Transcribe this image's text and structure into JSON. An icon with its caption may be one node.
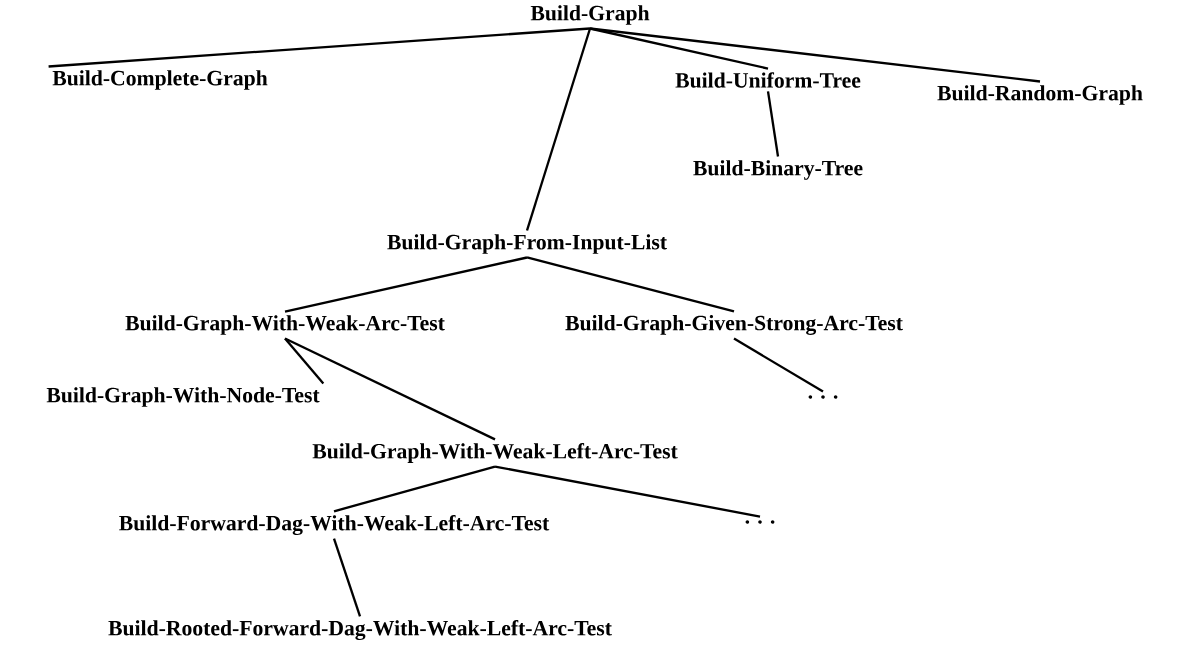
{
  "diagram": {
    "nodes": [
      {
        "text": [
          "Build-Graph"
        ]
      },
      {
        "text": [
          "Build-Complete-Graph"
        ]
      },
      {
        "text": [
          "Build-Uniform-Tree"
        ]
      },
      {
        "text": [
          "Build-Random-Graph"
        ]
      },
      {
        "text": [
          "Build-Binary-Tree"
        ]
      },
      {
        "text": [
          "Build-Graph-From-Input-List"
        ]
      },
      {
        "text": [
          "Build-Graph-With-Weak-Arc-Test"
        ]
      },
      {
        "text": [
          "Build-Graph-Given-Strong-Arc-Test"
        ]
      },
      {
        "text": [
          ". . ."
        ]
      },
      {
        "text": [
          "Build-Graph-With-Node-Test"
        ]
      },
      {
        "text": [
          "Build-Graph-With-Weak-Left-Arc-Test"
        ]
      },
      {
        "text": [
          "Build-Forward-Dag-With-Weak-Left-Arc-Test"
        ]
      },
      {
        "text": [
          ". . ."
        ]
      },
      {
        "text": [
          "Build-Rooted-Forward-Dag-With-Weak-Left-Arc-Test"
        ]
      }
    ],
    "edges": [
      {
        "from": 0,
        "to": 1,
        "arrow": "none"
      },
      {
        "from": 0,
        "to": 2,
        "arrow": "none"
      },
      {
        "from": 0,
        "to": 3,
        "arrow": "none"
      },
      {
        "from": 0,
        "to": 5,
        "arrow": "none"
      },
      {
        "from": 2,
        "to": 4,
        "arrow": "none"
      },
      {
        "from": 5,
        "to": 6,
        "arrow": "none"
      },
      {
        "from": 5,
        "to": 7,
        "arrow": "none"
      },
      {
        "from": 7,
        "to": 8,
        "arrow": "none"
      },
      {
        "from": 6,
        "to": 9,
        "arrow": "none"
      },
      {
        "from": 6,
        "to": 10,
        "arrow": "none"
      },
      {
        "from": 10,
        "to": 11,
        "arrow": "none"
      },
      {
        "from": 10,
        "to": 12,
        "arrow": "none"
      },
      {
        "from": 11,
        "to": 13,
        "arrow": "none"
      }
    ]
  }
}
